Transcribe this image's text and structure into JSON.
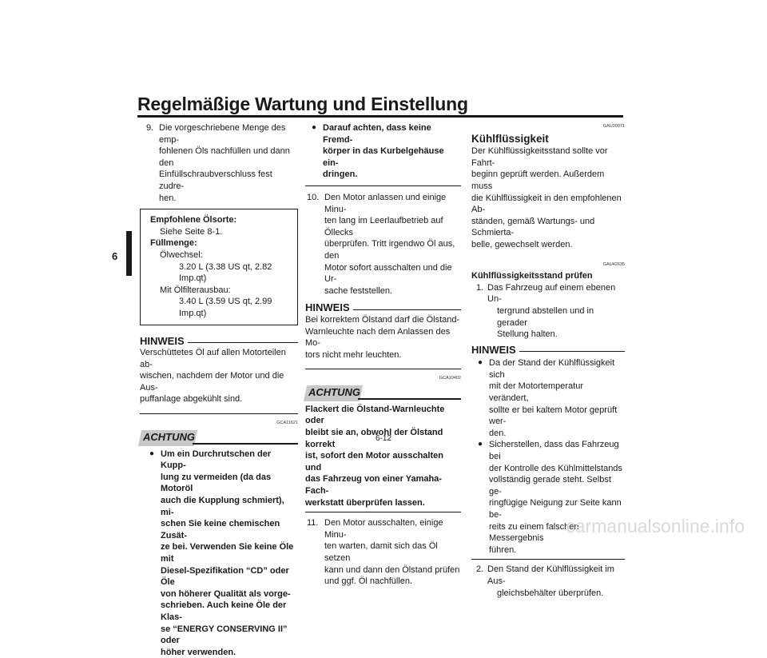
{
  "header": {
    "title": "Regelmäßige Wartung und Einstellung"
  },
  "side_tab": {
    "number": "6"
  },
  "col1": {
    "step9_num": "9.",
    "step9_lines": [
      "Die vorgeschriebene Menge des emp-",
      "fohlenen Öls nachfüllen und dann den",
      "Einfüllschraubverschluss fest zudre-",
      "hen."
    ],
    "box": {
      "label1": "Empfohlene Ölsorte:",
      "value1": "Siehe Seite 8-1.",
      "label2": "Füllmenge:",
      "sub1": "Ölwechsel:",
      "val_sub1": "3.20 L (3.38 US qt, 2.82 Imp.qt)",
      "sub2": "Mit Ölfilterausbau:",
      "val_sub2": "3.40 L (3.59 US qt, 2.99 Imp.qt)"
    },
    "hinweis_label": "HINWEIS",
    "hinweis_lines": [
      "Verschüttetes Öl auf allen Motorteilen ab-",
      "wischen, nachdem der Motor und die Aus-",
      "puffanlage abgekühlt sind."
    ],
    "code": "GCA11621",
    "achtung_label": "ACHTUNG",
    "bullet_lines": [
      "Um ein Durchrutschen der Kupp-",
      "lung zu vermeiden (da das Motoröl",
      "auch die Kupplung schmiert), mi-",
      "schen Sie keine chemischen Zusät-",
      "ze bei. Verwenden Sie keine Öle mit",
      "Diesel-Spezifikation “CD” oder Öle",
      "von höherer Qualität als vorge-",
      "schrieben. Auch keine Öle der Klas-",
      "se “ENERGY CONSERVING II” oder",
      "höher verwenden."
    ]
  },
  "col2": {
    "bullet_lines": [
      "Darauf achten, dass keine Fremd-",
      "körper in das Kurbelgehäuse ein-",
      "dringen."
    ],
    "step10_num": "10.",
    "step10_lines": [
      "Den Motor anlassen und einige Minu-",
      "ten lang im Leerlaufbetrieb auf Öllecks",
      "überprüfen. Tritt irgendwo Öl aus, den",
      "Motor sofort ausschalten und die Ur-",
      "sache feststellen."
    ],
    "hinweis_label": "HINWEIS",
    "hinweis_lines": [
      "Bei korrektem Ölstand darf die Ölstand-",
      "Warnleuchte nach dem Anlassen des Mo-",
      "tors nicht mehr leuchten."
    ],
    "code": "GCA10402",
    "achtung_label": "ACHTUNG",
    "achtung_lines": [
      "Flackert die Ölstand-Warnleuchte oder",
      "bleibt sie an, obwohl der Ölstand korrekt",
      "ist, sofort den Motor ausschalten und",
      "das Fahrzeug von einer Yamaha-Fach-",
      "werkstatt überprüfen lassen."
    ],
    "step11_num": "11.",
    "step11_lines": [
      "Den Motor ausschalten, einige Minu-",
      "ten warten, damit sich das Öl setzen",
      "kann und dann den Ölstand prüfen",
      "und ggf. Öl nachfüllen."
    ]
  },
  "col3": {
    "code1": "GAU20071",
    "heading": "Kühlflüssigkeit",
    "intro_lines": [
      "Der Kühlflüssigkeitsstand sollte vor Fahrt-",
      "beginn geprüft werden. Außerdem muss",
      "die Kühlflüssigkeit in den empfohlenen Ab-",
      "ständen, gemäß Wartungs- und Schmierta-",
      "belle, gewechselt werden."
    ],
    "code2": "GAU42635",
    "subheading": "Kühlflüssigkeitsstand prüfen",
    "step1_num": "1.",
    "step1_lines": [
      "Das Fahrzeug auf einem ebenen Un-",
      "tergrund abstellen und in gerader",
      "Stellung halten."
    ],
    "hinweis_label": "HINWEIS",
    "bullet1_lines": [
      "Da der Stand der Kühlflüssigkeit sich",
      "mit der Motortemperatur verändert,",
      "sollte er bei kaltem Motor geprüft wer-",
      "den."
    ],
    "bullet2_lines": [
      "Sicherstellen, dass das Fahrzeug bei",
      "der Kontrolle des Kühlmittelstands",
      "vollständig gerade steht. Selbst ge-",
      "ringfügige Neigung zur Seite kann be-",
      "reits zu einem falschen Messergebnis",
      "führen."
    ],
    "step2_num": "2.",
    "step2_lines": [
      "Den Stand der Kühlflüssigkeit im Aus-",
      "gleichsbehälter überprüfen."
    ]
  },
  "footer": {
    "page_number": "6-12"
  },
  "watermark": {
    "text": "carmanualsonline.info"
  }
}
